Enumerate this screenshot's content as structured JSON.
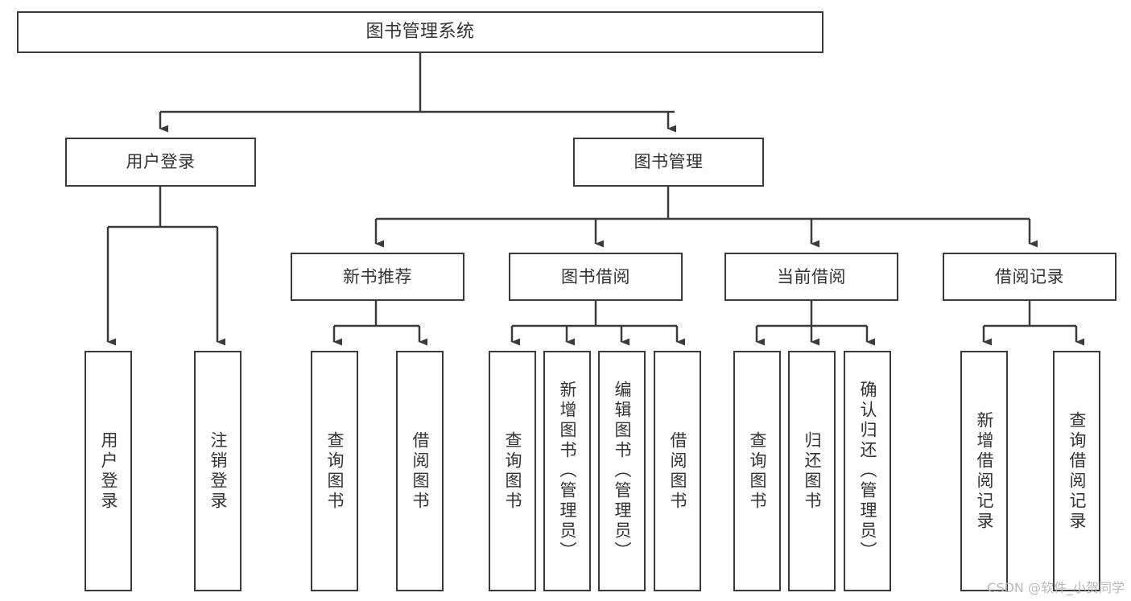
{
  "diagram": {
    "title": "图书管理系统",
    "type": "tree-hierarchy-chart",
    "stroke_color": "#3a3a3a",
    "text_color": "#333333",
    "background_color": "#ffffff"
  },
  "root": {
    "label": "图书管理系统"
  },
  "level2": [
    {
      "label": "用户登录"
    },
    {
      "label": "图书管理"
    }
  ],
  "level3": [
    {
      "label": "新书推荐"
    },
    {
      "label": "图书借阅"
    },
    {
      "label": "当前借阅"
    },
    {
      "label": "借阅记录"
    }
  ],
  "leaves": {
    "user_login": [
      {
        "label": "用户登录"
      },
      {
        "label": "注销登录"
      }
    ],
    "new_book_recommend": [
      {
        "label": "查询图书"
      },
      {
        "label": "借阅图书"
      }
    ],
    "book_borrow": [
      {
        "label": "查询图书"
      },
      {
        "label": "新增图书（管理员）"
      },
      {
        "label": "编辑图书（管理员）"
      },
      {
        "label": "借阅图书"
      }
    ],
    "current_borrow": [
      {
        "label": "查询图书"
      },
      {
        "label": "归还图书"
      },
      {
        "label": "确认归还（管理员）"
      }
    ],
    "borrow_record": [
      {
        "label": "新增借阅记录"
      },
      {
        "label": "查询借阅记录"
      }
    ]
  },
  "watermark": {
    "text": "CSDN @软件_小贺同学"
  }
}
